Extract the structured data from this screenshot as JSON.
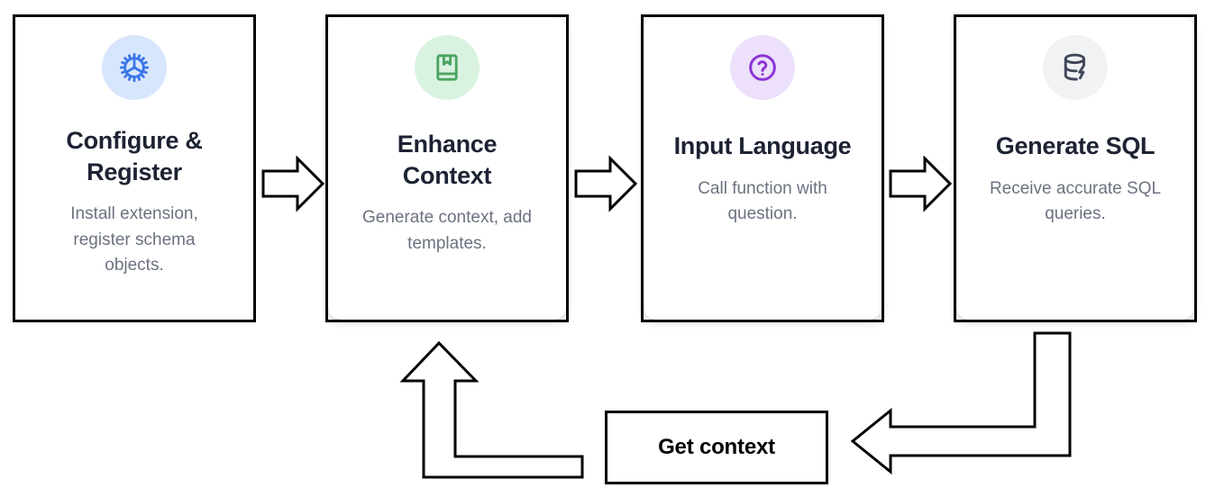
{
  "diagram": {
    "type": "flowchart",
    "orientation": "left-to-right with feedback loop",
    "steps": [
      {
        "id": "configure-register",
        "icon": "gear-icon",
        "icon_color": "#3b76e8",
        "icon_bg": "#d8e6fd",
        "title": "Configure & Register",
        "description": "Install extension, register schema objects."
      },
      {
        "id": "enhance-context",
        "icon": "book-bookmark-icon",
        "icon_color": "#4ca35f",
        "icon_bg": "#d9f3e0",
        "title": "Enhance Context",
        "description": "Generate context, add templates."
      },
      {
        "id": "input-language",
        "icon": "question-circle-icon",
        "icon_color": "#8b35d6",
        "icon_bg": "#ece0fb",
        "title": "Input Language",
        "description": "Call function with question."
      },
      {
        "id": "generate-sql",
        "icon": "database-lightning-icon",
        "icon_color": "#3f4758",
        "icon_bg": "#f1f2f4",
        "title": "Generate SQL",
        "description": "Receive accurate SQL queries."
      }
    ],
    "connectors": [
      {
        "id": "arrow-1",
        "from": "configure-register",
        "to": "enhance-context",
        "direction": "right",
        "style": "outlined-block-arrow"
      },
      {
        "id": "arrow-2",
        "from": "enhance-context",
        "to": "input-language",
        "direction": "right",
        "style": "outlined-block-arrow"
      },
      {
        "id": "arrow-3",
        "from": "input-language",
        "to": "generate-sql",
        "direction": "right",
        "style": "outlined-block-arrow"
      },
      {
        "id": "feedback-arrow-left",
        "from": "generate-sql",
        "to": "get-context",
        "direction": "left",
        "style": "outlined-block-arrow-elbow"
      },
      {
        "id": "feedback-arrow-up",
        "from": "get-context",
        "to": "enhance-context",
        "direction": "up",
        "style": "outlined-block-arrow-elbow"
      }
    ],
    "feedback_node": {
      "id": "get-context",
      "label": "Get context",
      "shape": "rectangle",
      "border_color": "#000000",
      "text_color": "#000000"
    },
    "colors": {
      "stroke": "#000000",
      "card_bg": "#ffffff",
      "title": "#1d2333",
      "description": "#6b7280",
      "page_bg": "#ffffff"
    }
  }
}
